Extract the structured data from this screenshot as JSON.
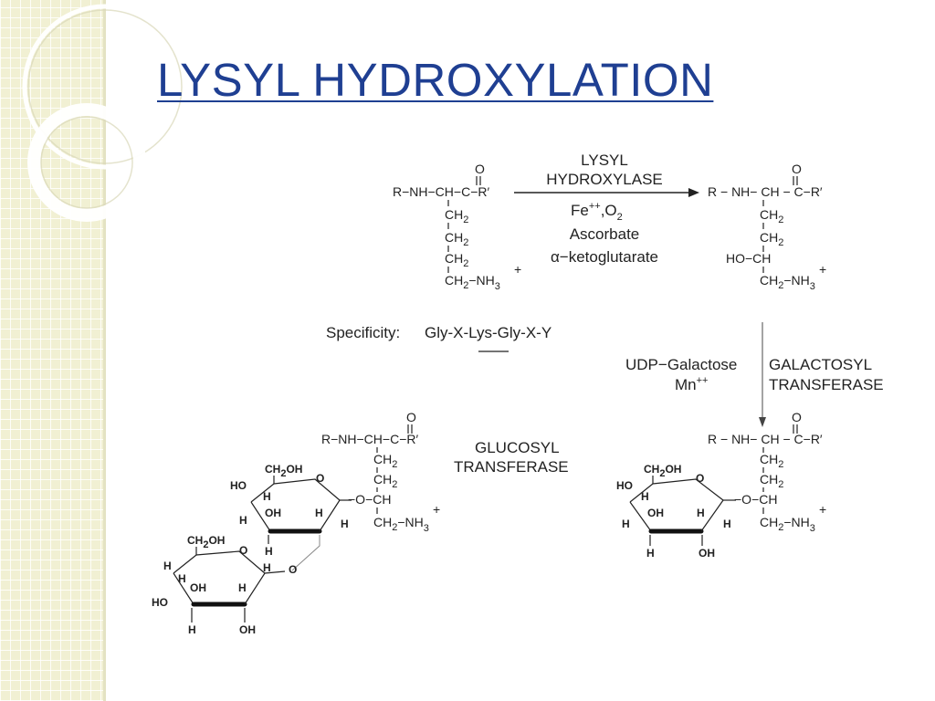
{
  "slide": {
    "title": "LYSYL HYDROXYLATION"
  },
  "reaction1": {
    "enzyme_line1": "LYSYL",
    "enzyme_line2": "HYDROXYLASE",
    "cofactor_fe": "Fe",
    "cofactor_fe_charge": "++",
    "cofactor_o2": ",O",
    "cofactor_o2_sub": "2",
    "cofactor_ascorbate": "Ascorbate",
    "cofactor_kg": "α−ketoglutarate"
  },
  "reaction2": {
    "donor_line1": "UDP−Galactose",
    "donor_line2": "Mn",
    "donor_line2_charge": "++",
    "enzyme_line1": "GALACTOSYL",
    "enzyme_line2": "TRANSFERASE"
  },
  "reaction3": {
    "enzyme_line1": "GLUCOSYL",
    "enzyme_line2": "TRANSFERASE"
  },
  "specificity": {
    "label": "Specificity:",
    "seq_prefix": "Gly-X-",
    "seq_lys": "Lys",
    "seq_suffix": "-Gly-X-Y"
  },
  "chem": {
    "backbone": "R−NH−CH−C−R′",
    "backbone_right": "R − NH− CH − C−R′",
    "oxygen": "O",
    "ch2": "CH",
    "sub2": "2",
    "sub3": "3",
    "nh3_prefix": "CH",
    "nh3": "−NH",
    "plus": "+",
    "ho_ch": "HO−CH",
    "o_ch": "−O−CH",
    "ch2oh": "CH",
    "ch2oh_suffix": "OH",
    "ring_o": "O",
    "h": "H",
    "oh": "OH",
    "ho": "HO"
  }
}
